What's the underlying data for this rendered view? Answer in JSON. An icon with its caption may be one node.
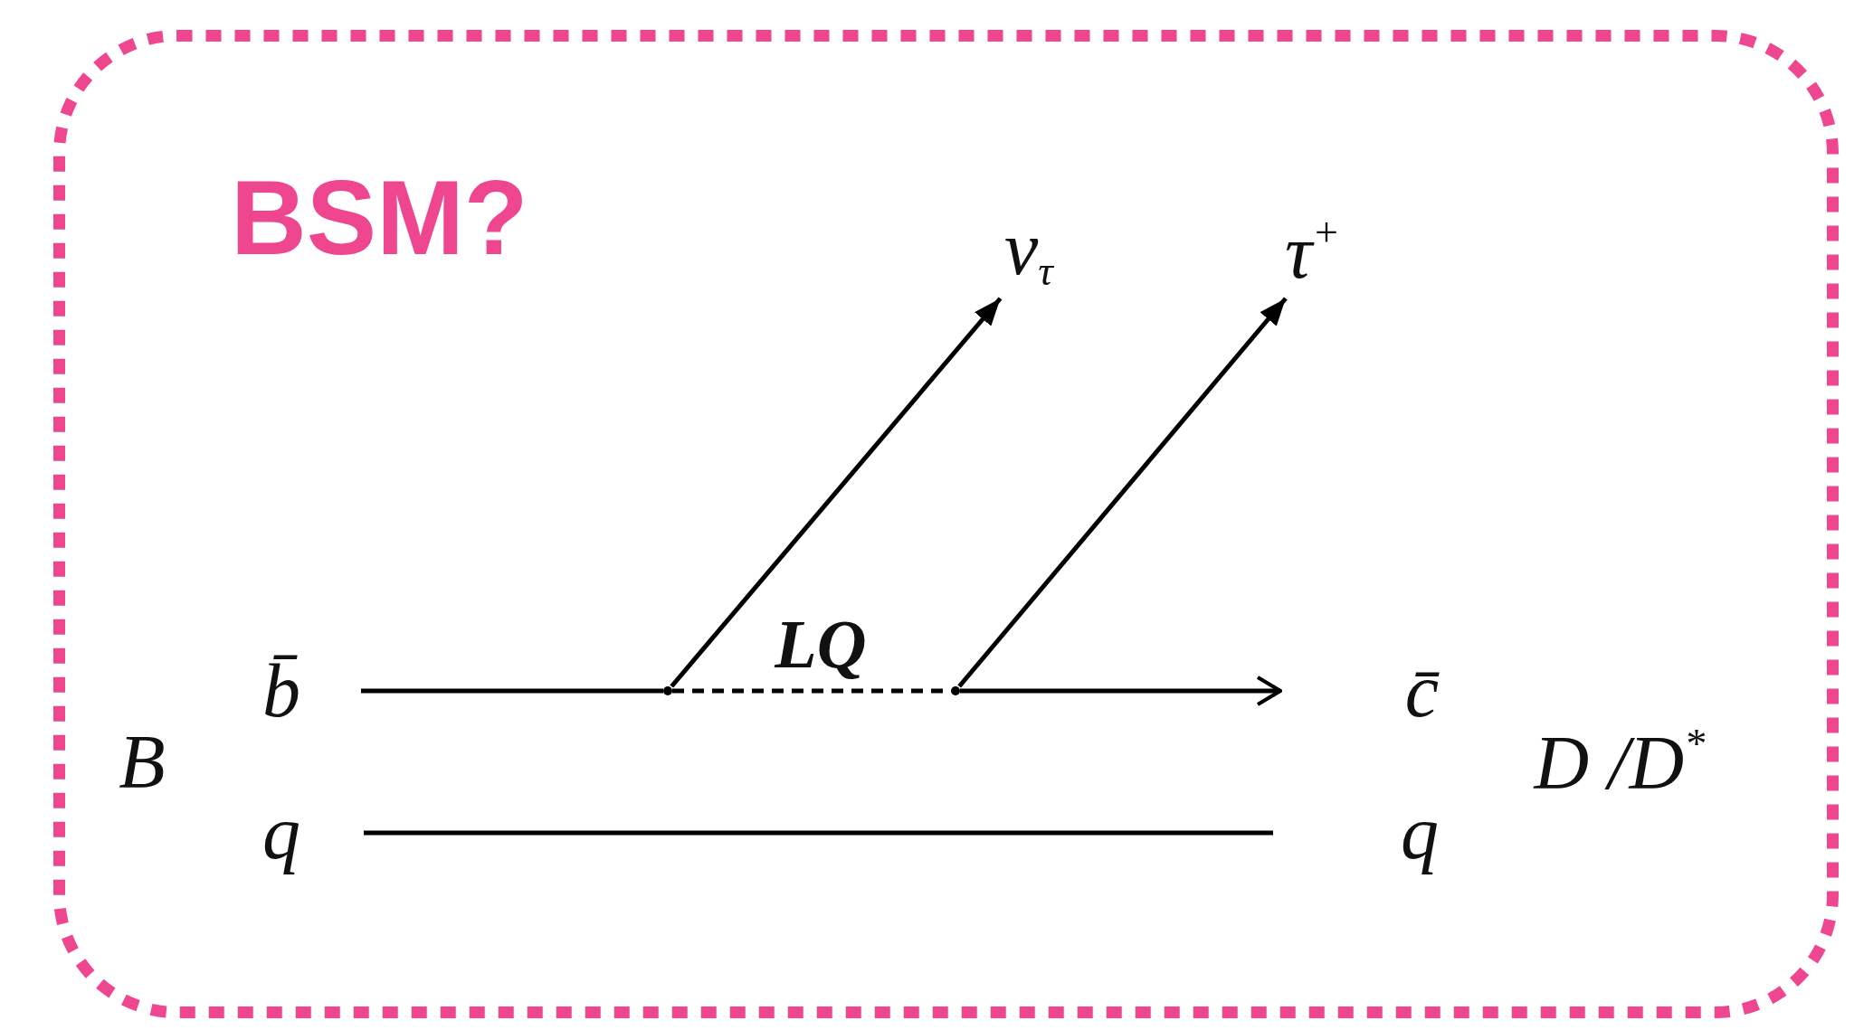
{
  "diagram": {
    "nodes": [
      {
        "text": [
          "BSM?"
        ]
      },
      {
        "text": [
          "b̄"
        ],
        "in": 0
      },
      {
        "text": [
          "q"
        ],
        "in": 0
      },
      {
        "text": [
          "ν$_{τ}$"
        ],
        "in": 0
      },
      {
        "text": [
          "τ$^{+}$"
        ],
        "in": 0
      },
      {
        "text": [
          "c̄"
        ],
        "in": 0
      },
      {
        "text": [
          "q"
        ],
        "in": 0
      },
      {
        "text": [],
        "shape": "dot",
        "in": 0
      },
      {
        "text": [],
        "shape": "dot",
        "in": 0
      }
    ],
    "edges": [
      {
        "from": 1,
        "to": 7,
        "arrow": "none"
      },
      {
        "from": 7,
        "to": 3,
        "arrow": "to"
      },
      {
        "from": 7,
        "to": 8,
        "arrow": "none",
        "style": "dashed",
        "label": "LQ"
      },
      {
        "from": 8,
        "to": 4,
        "arrow": "to"
      },
      {
        "from": 8,
        "to": 5,
        "arrow": "to"
      },
      {
        "from": 2,
        "to": 6,
        "arrow": "none"
      }
    ],
    "labels": [
      "B",
      "D /D$^{*}$"
    ]
  }
}
